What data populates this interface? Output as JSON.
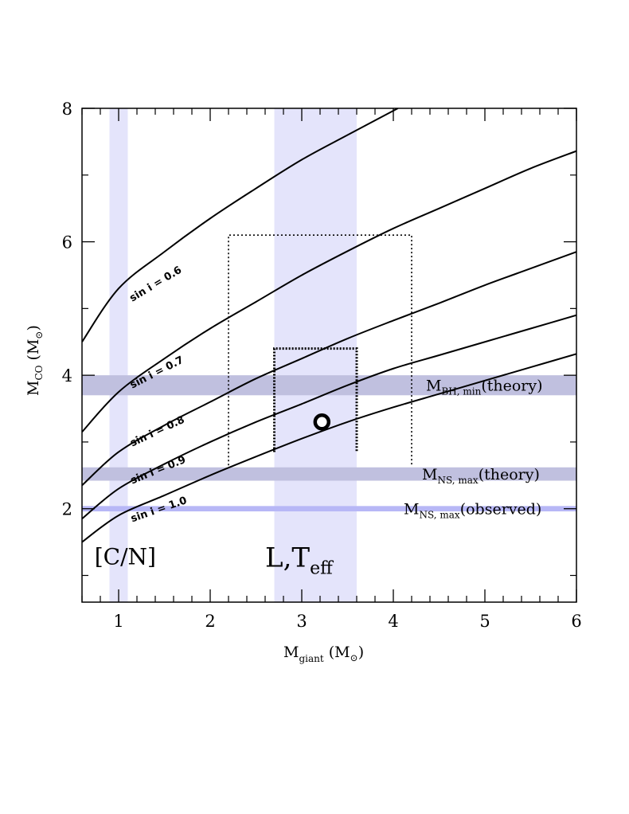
{
  "chart_data": {
    "type": "line",
    "xlabel": {
      "main": "M",
      "sub": "giant",
      "unit": "(M",
      "unit_sym": "⊙",
      "unit_close": ")"
    },
    "ylabel": {
      "main": "M",
      "sub": "CO",
      "unit": "(M",
      "unit_sym": "⊙",
      "unit_close": ")"
    },
    "xlim": [
      0.6,
      6.0
    ],
    "ylim": [
      0.6,
      8.0
    ],
    "x_ticks_major": [
      1,
      2,
      3,
      4,
      5,
      6
    ],
    "x_tick_labels": [
      "1",
      "2",
      "3",
      "4",
      "5",
      "6"
    ],
    "x_ticks_minor": [
      0.6,
      0.8,
      1.2,
      1.4,
      1.6,
      1.8,
      2.2,
      2.4,
      2.6,
      2.8,
      3.2,
      3.4,
      3.6,
      3.8,
      4.2,
      4.4,
      4.6,
      4.8,
      5.2,
      5.4,
      5.6,
      5.8
    ],
    "y_ticks_major": [
      2,
      4,
      6,
      8
    ],
    "y_tick_labels": [
      "2",
      "4",
      "6",
      "8"
    ],
    "y_ticks_minor": [
      1,
      3,
      5,
      7
    ],
    "colors": {
      "light_band": "#e4e4fb",
      "dark_band": "#c0c0df",
      "observed_band": "#b7b7f6",
      "line": "#000000"
    },
    "vertical_bands": [
      {
        "x0": 0.9,
        "x1": 1.1,
        "label": "[C/N]",
        "label_sub": "",
        "label_x": 0.65,
        "label_y": 1.3
      },
      {
        "x0": 2.7,
        "x1": 3.6,
        "label": "L,T",
        "label_sub": "eff",
        "label_x": 2.6,
        "label_y": 1.3
      }
    ],
    "horizontal_bands": [
      {
        "y0": 3.7,
        "y1": 4.0,
        "tone": "dark",
        "label": "M",
        "label_sub": "BH, min",
        "label_rest": "(theory)"
      },
      {
        "y0": 2.42,
        "y1": 2.62,
        "tone": "dark",
        "label": "M",
        "label_sub": "NS, max",
        "label_rest": "(theory)"
      },
      {
        "y0": 1.96,
        "y1": 2.04,
        "tone": "observed",
        "label": "M",
        "label_sub": "NS, max",
        "label_rest": "(observed)"
      }
    ],
    "series": [
      {
        "name": "sin i = 0.6",
        "x": [
          0.6,
          1.0,
          1.5,
          2.0,
          2.5,
          3.0,
          3.5,
          4.05
        ],
        "y": [
          4.5,
          5.3,
          5.85,
          6.35,
          6.8,
          7.23,
          7.6,
          8.0
        ]
      },
      {
        "name": "sin i = 0.7",
        "x": [
          0.6,
          1.0,
          1.5,
          2.0,
          2.5,
          3.0,
          3.5,
          4.0,
          4.5,
          5.0,
          5.5,
          6.0
        ],
        "y": [
          3.15,
          3.75,
          4.25,
          4.7,
          5.1,
          5.5,
          5.86,
          6.2,
          6.5,
          6.8,
          7.1,
          7.36
        ]
      },
      {
        "name": "sin i = 0.8",
        "x": [
          0.6,
          1.0,
          1.5,
          2.0,
          2.5,
          3.0,
          3.5,
          4.0,
          4.5,
          5.0,
          5.5,
          6.0
        ],
        "y": [
          2.35,
          2.85,
          3.25,
          3.6,
          3.95,
          4.25,
          4.55,
          4.82,
          5.08,
          5.35,
          5.6,
          5.85
        ]
      },
      {
        "name": "sin i = 0.9",
        "x": [
          0.6,
          1.0,
          1.5,
          2.0,
          2.5,
          3.0,
          3.5,
          4.0,
          4.5,
          5.0,
          5.5,
          6.0
        ],
        "y": [
          1.85,
          2.3,
          2.67,
          3.0,
          3.3,
          3.57,
          3.85,
          4.1,
          4.3,
          4.5,
          4.7,
          4.9
        ]
      },
      {
        "name": "sin i = 1.0",
        "x": [
          0.6,
          1.0,
          1.5,
          2.0,
          2.5,
          3.0,
          3.5,
          4.0,
          4.5,
          5.0,
          5.5,
          6.0
        ],
        "y": [
          1.5,
          1.9,
          2.2,
          2.5,
          2.78,
          3.05,
          3.3,
          3.52,
          3.72,
          3.92,
          4.12,
          4.32
        ]
      }
    ],
    "series_label_positions": [
      {
        "x": 0.67,
        "y": 5.1,
        "angle": -31
      },
      {
        "x": 0.67,
        "y": 3.8,
        "angle": -27
      },
      {
        "x": 0.67,
        "y": 2.93,
        "angle": -25
      },
      {
        "x": 0.67,
        "y": 2.37,
        "angle": -22
      },
      {
        "x": 0.67,
        "y": 1.8,
        "angle": -19
      }
    ],
    "dotted_regions": [
      {
        "x0": 2.2,
        "x1": 4.2,
        "y0": 2.65,
        "y1": 6.1,
        "style": "thin"
      },
      {
        "x0": 2.7,
        "x1": 3.6,
        "y0": 2.85,
        "y1": 4.4,
        "style": "thick"
      }
    ],
    "point": {
      "x": 3.22,
      "y": 3.3
    }
  }
}
